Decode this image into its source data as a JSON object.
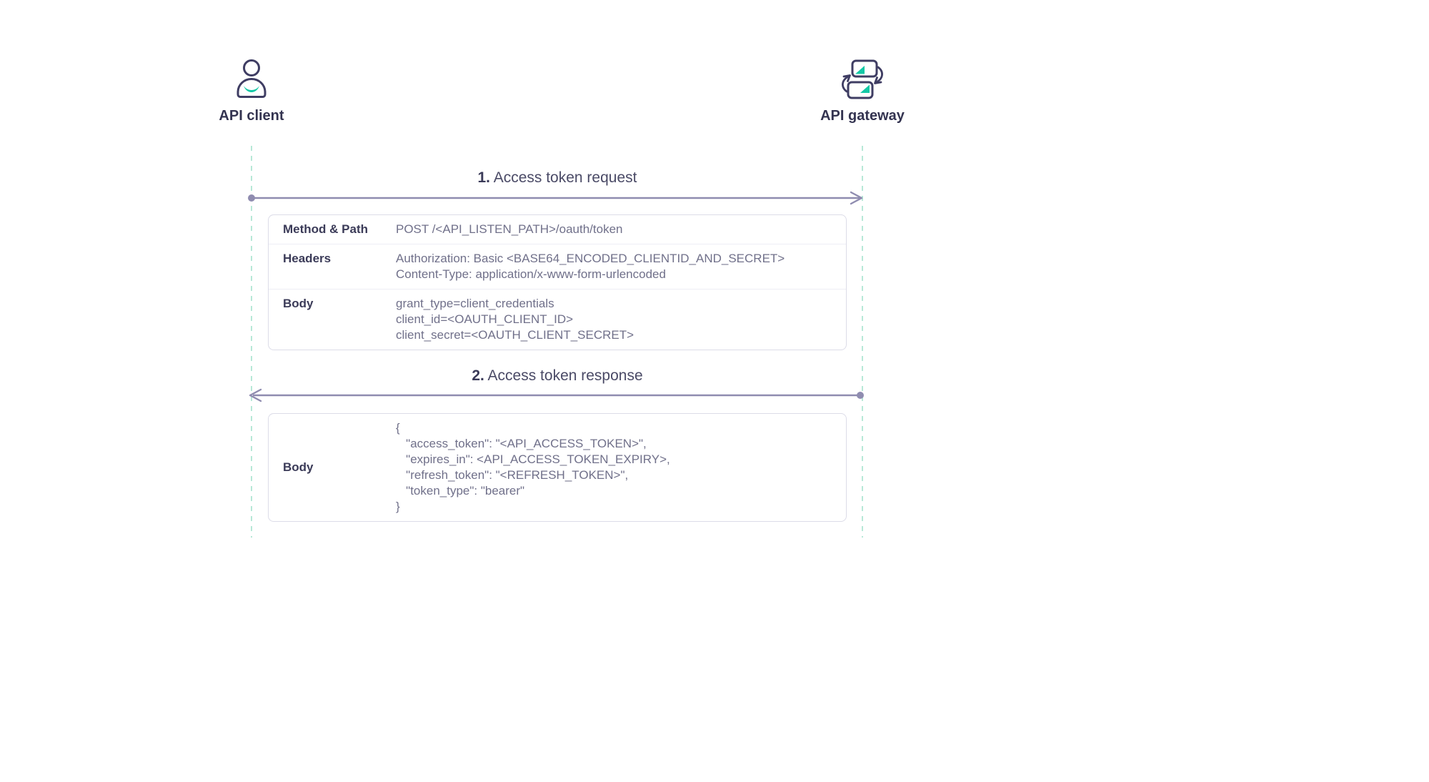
{
  "actors": {
    "client": {
      "label": "API client"
    },
    "gateway": {
      "label": "API gateway"
    }
  },
  "messages": [
    {
      "step": "1.",
      "title": "Access token request",
      "direction": "right",
      "table": {
        "rows": [
          {
            "label": "Method & Path",
            "lines": [
              "POST /<API_LISTEN_PATH>/oauth/token"
            ]
          },
          {
            "label": "Headers",
            "lines": [
              "Authorization: Basic <BASE64_ENCODED_CLIENTID_AND_SECRET>",
              "Content-Type: application/x-www-form-urlencoded"
            ]
          },
          {
            "label": "Body",
            "lines": [
              "grant_type=client_credentials",
              "client_id=<OAUTH_CLIENT_ID>",
              "client_secret=<OAUTH_CLIENT_SECRET>"
            ]
          }
        ]
      }
    },
    {
      "step": "2.",
      "title": "Access token response",
      "direction": "left",
      "table": {
        "rows": [
          {
            "label": "Body",
            "lines": [
              "{",
              "   \"access_token\": \"<API_ACCESS_TOKEN>\",",
              "   \"expires_in\": <API_ACCESS_TOKEN_EXPIRY>,",
              "   \"refresh_token\": \"<REFRESH_TOKEN>\",",
              "   \"token_type\": \"bearer\"",
              "}"
            ]
          }
        ]
      }
    }
  ],
  "colors": {
    "accent_teal": "#13c8a6",
    "icon_stroke": "#3f3d63",
    "arrow": "#8f8cb0",
    "lifeline": "#b7e8d7",
    "card_border": "#dcdce8",
    "label_text": "#3b3b58",
    "value_text": "#70708a"
  },
  "icons": {
    "client": "person-icon",
    "gateway": "exchange-cards-icon"
  }
}
